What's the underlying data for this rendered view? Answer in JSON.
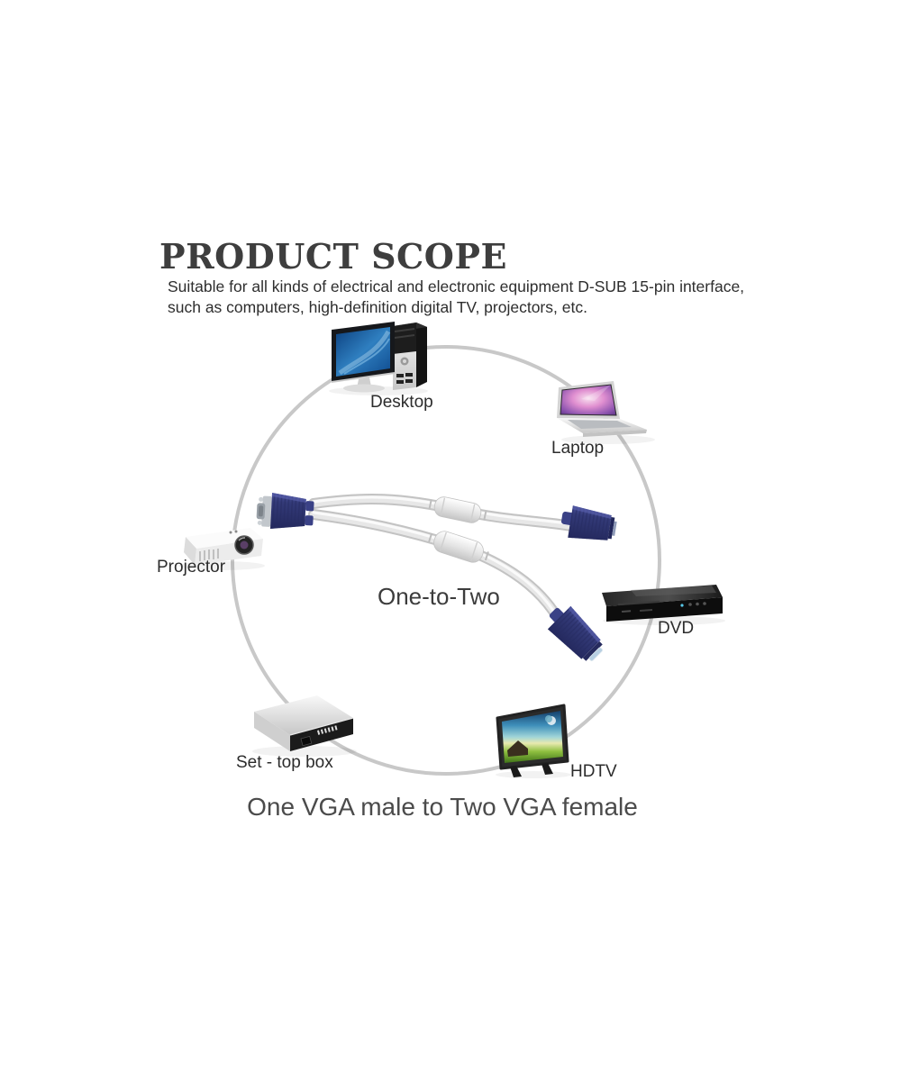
{
  "page": {
    "title": "PRODUCT SCOPE",
    "description_line1": "Suitable for all kinds of electrical and electronic equipment D-SUB 15-pin interface,",
    "description_line2": "such as computers, high-definition digital TV, projectors, etc.",
    "center_label": "One-to-Two",
    "caption": "One VGA male to Two VGA female"
  },
  "devices": {
    "desktop": {
      "label": "Desktop"
    },
    "laptop": {
      "label": "Laptop"
    },
    "projector": {
      "label": "Projector"
    },
    "dvd": {
      "label": "DVD"
    },
    "set_top_box": {
      "label": "Set - top box"
    },
    "hdtv": {
      "label": "HDTV"
    }
  },
  "graphics": {
    "scope_circle": "light-gray connecting circle through all devices",
    "cable": "one VGA male connector splitting into two VGA female connectors with ferrite beads"
  },
  "colors": {
    "background": "#ffffff",
    "title_text": "#3e3e3e",
    "body_text": "#2e2e2e",
    "label_text": "#2c2c2c",
    "caption_text": "#4b4b4b",
    "circle_stroke": "#c8c8c8",
    "connector_navy": "#333a78",
    "connector_rib": "#262b62",
    "cable_gray": "#d9d9d9",
    "female_face_blue": "#b7cfe2",
    "monitor_screen_blue": "#2f7fc0",
    "laptop_screen_purple": "#8f55b0"
  }
}
